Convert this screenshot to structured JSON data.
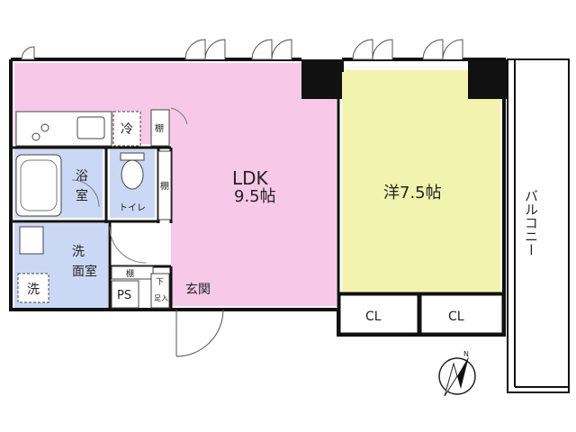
{
  "rooms": {
    "ldk_label": "LDK",
    "ldk_size": "9.5帖",
    "western_label": "洋7.5帖",
    "bath_line1": "浴",
    "bath_line2": "室",
    "toilet": "トイレ",
    "washroom_line1": "洗",
    "washroom_line2": "面室",
    "washer": "洗",
    "ps": "PS",
    "entrance": "玄関",
    "shoe_box_top": "下",
    "shoe_box_bottom": "足入",
    "fridge": "冷",
    "shelf_kitchen": "棚",
    "shelf_toilet": "棚",
    "shelf_hall": "棚",
    "closet_left": "CL",
    "closet_right": "CL",
    "balcony": "バルコニー",
    "compass_n": "N"
  },
  "colors": {
    "ldk": "#f8c8e8",
    "western": "#f3f3b0",
    "wet": "#cbd8f5",
    "wall": "#111111"
  }
}
